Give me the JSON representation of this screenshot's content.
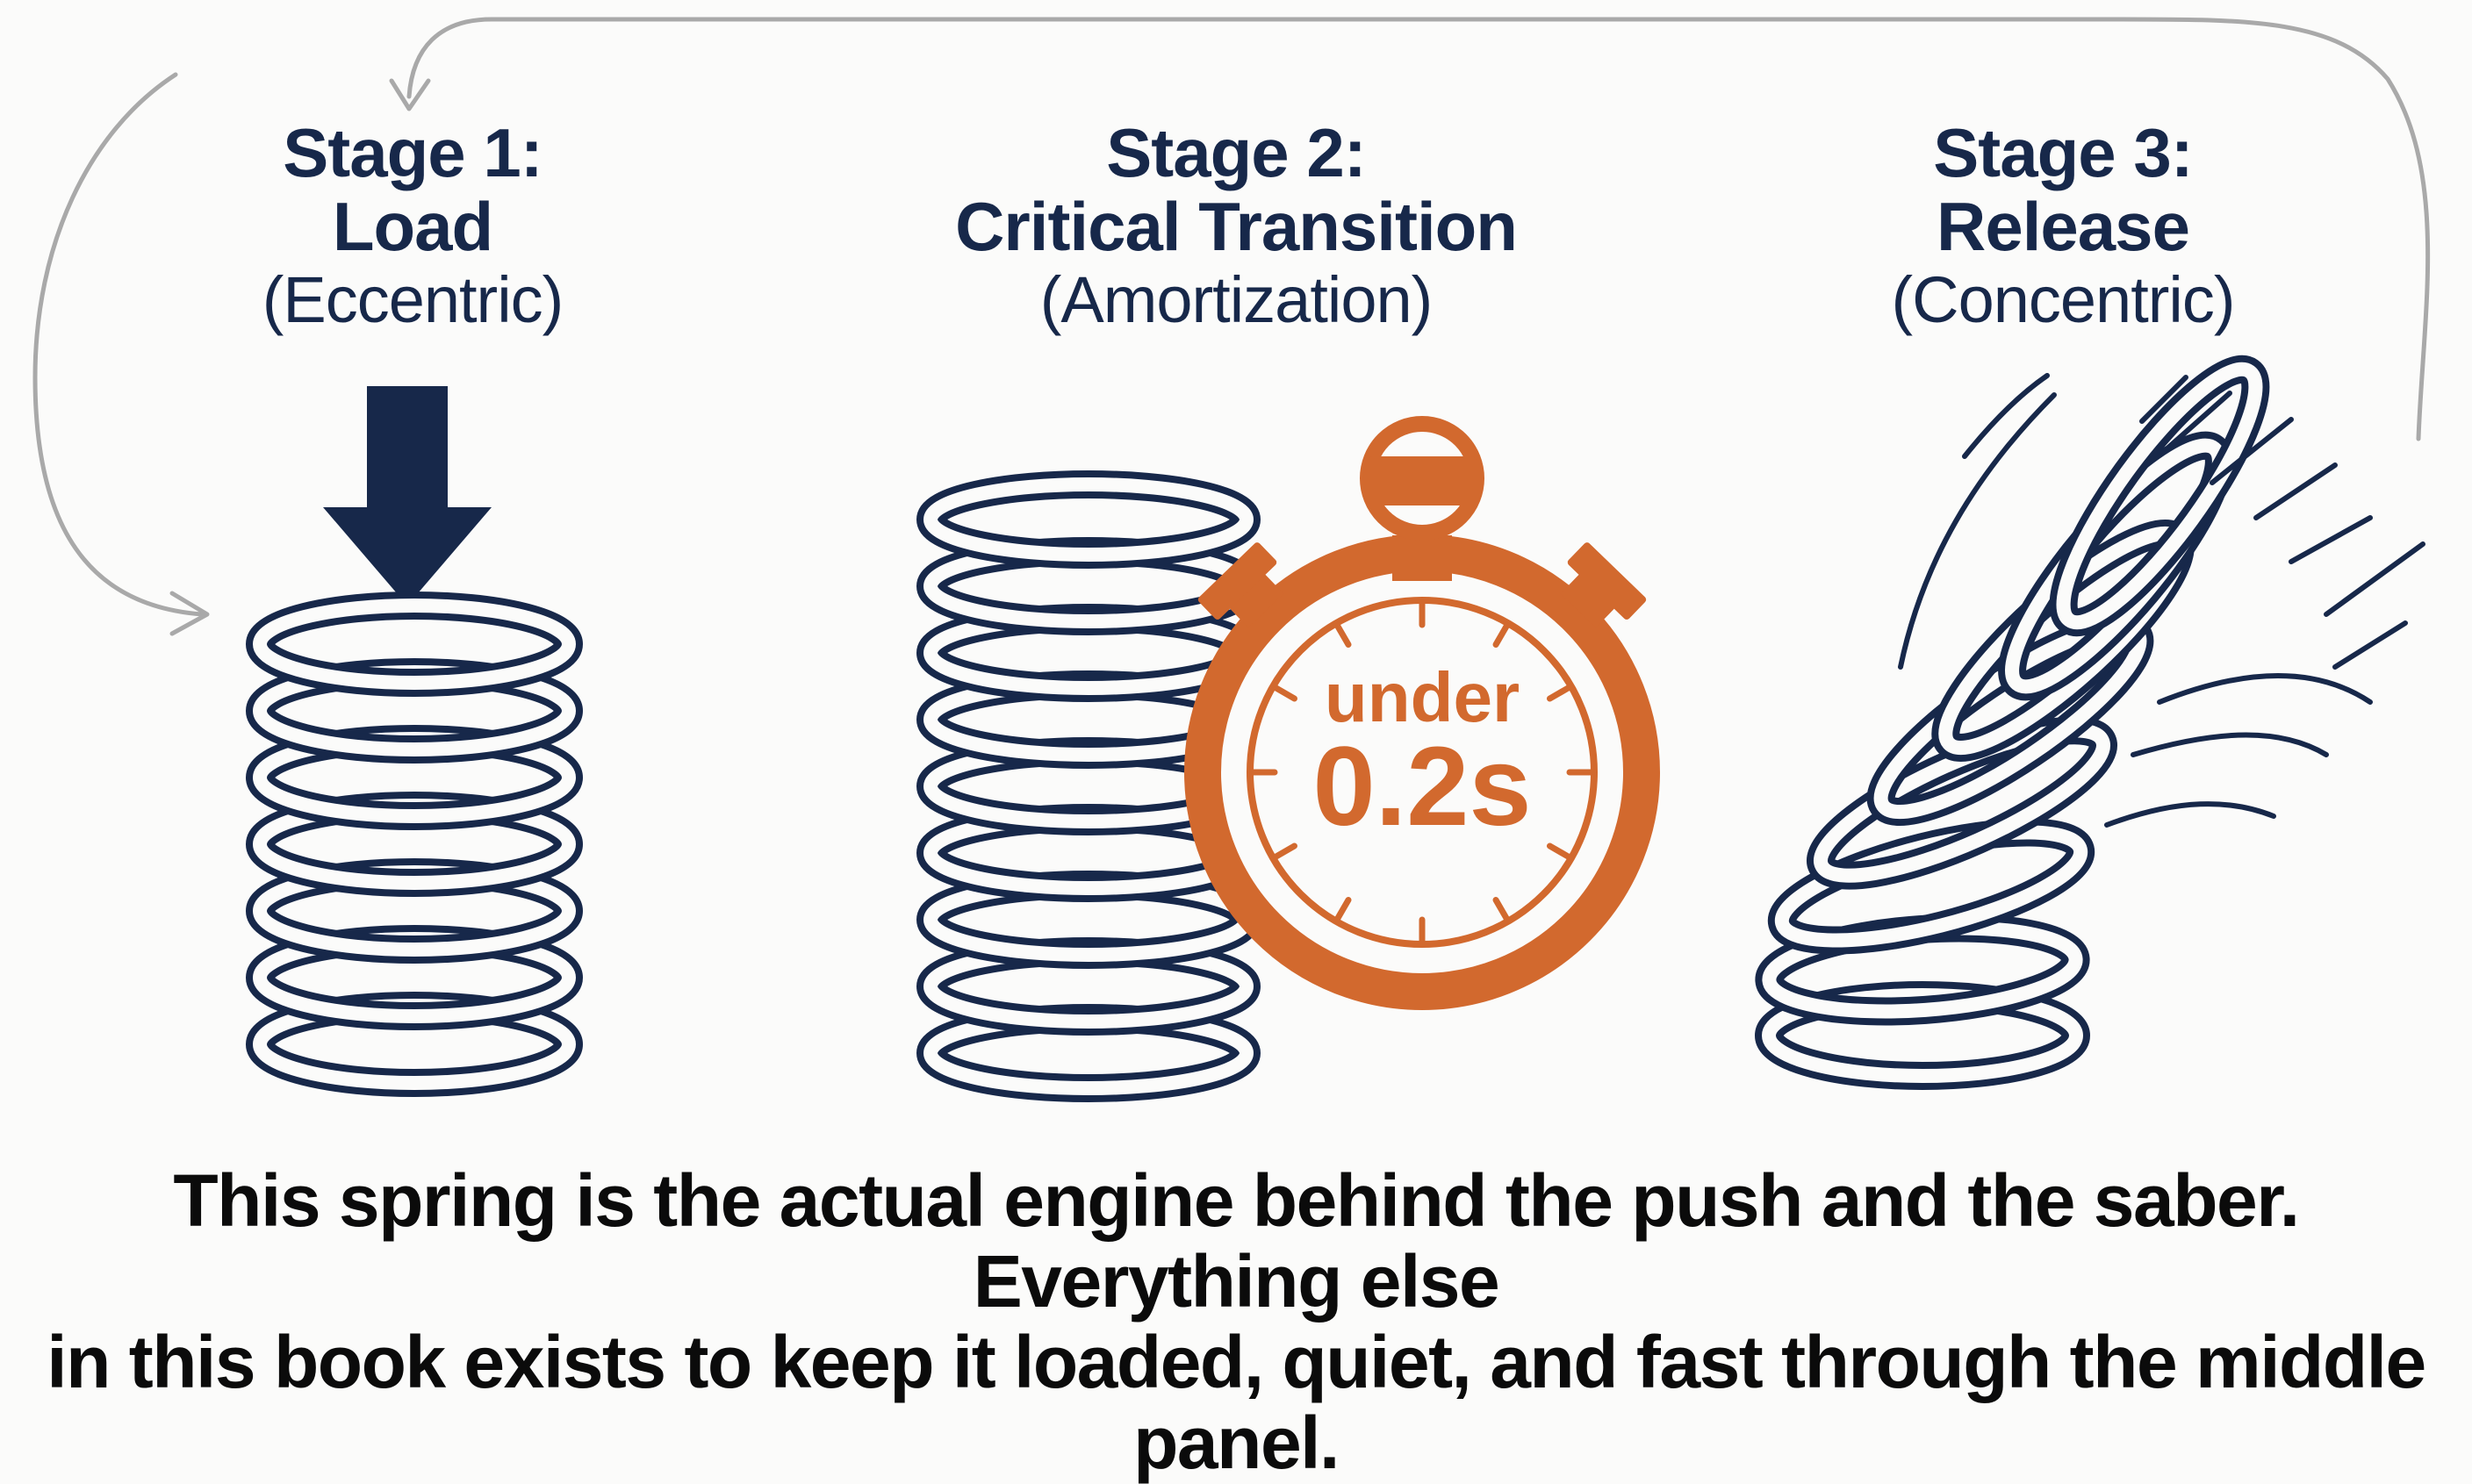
{
  "stages": [
    {
      "line1": "Stage 1:",
      "line2": "Load",
      "line3": "(Eccentric)"
    },
    {
      "line1": "Stage 2:",
      "line2": "Critical Transition",
      "line3": "(Amortization)"
    },
    {
      "line1": "Stage 3:",
      "line2": "Release",
      "line3": "(Concentric)"
    }
  ],
  "timer": {
    "line1": "under",
    "line2": "0.2s"
  },
  "caption": {
    "line1": "This spring is the actual engine behind the push and the saber. Everything else",
    "line2": "in this book exists to keep it loaded, quiet, and fast through the middle panel."
  },
  "colors": {
    "navy": "#17284a",
    "orange": "#d2692e",
    "gray_arrow": "#a9a9a9",
    "text": "#0b0b0b"
  },
  "icons": [
    "loop-arrow-icon",
    "down-arrow-icon",
    "compressed-spring-icon",
    "stopwatch-icon",
    "releasing-spring-icon"
  ]
}
